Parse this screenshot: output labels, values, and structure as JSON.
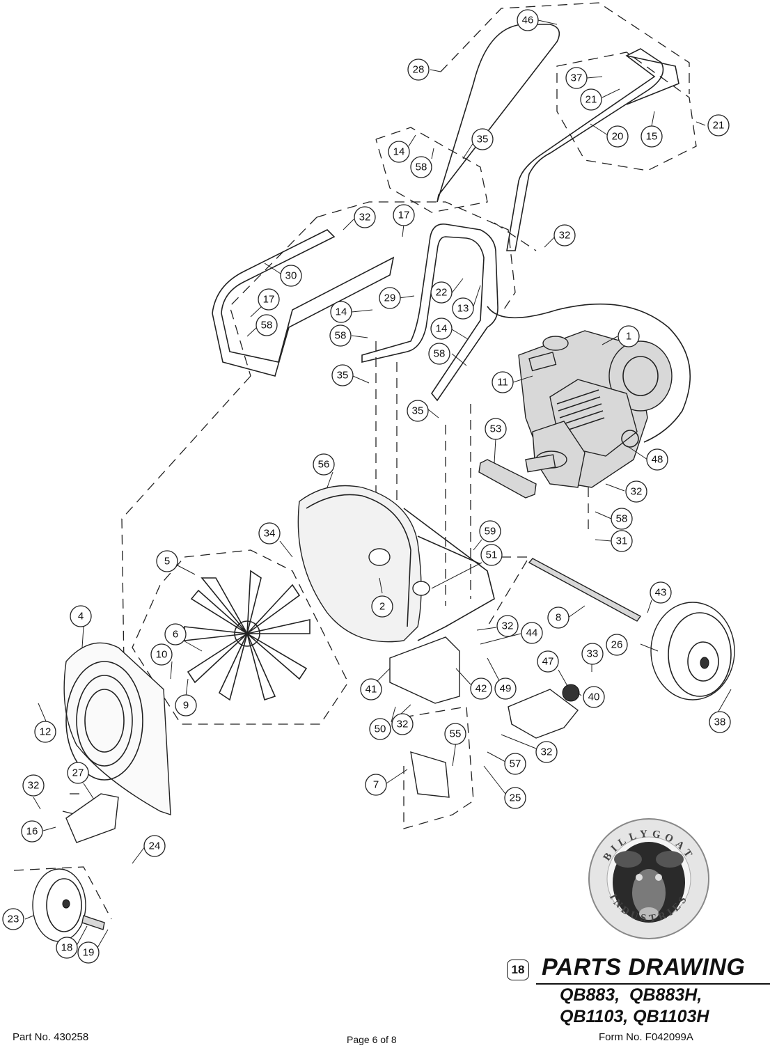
{
  "callouts": [
    {
      "id": "46",
      "label": "46"
    },
    {
      "id": "28",
      "label": "28"
    },
    {
      "id": "37",
      "label": "37"
    },
    {
      "id": "21a",
      "label": "21"
    },
    {
      "id": "21b",
      "label": "21"
    },
    {
      "id": "20",
      "label": "20"
    },
    {
      "id": "15",
      "label": "15"
    },
    {
      "id": "14a",
      "label": "14"
    },
    {
      "id": "58a",
      "label": "58"
    },
    {
      "id": "35a",
      "label": "35"
    },
    {
      "id": "32a",
      "label": "32"
    },
    {
      "id": "17a",
      "label": "17"
    },
    {
      "id": "32b",
      "label": "32"
    },
    {
      "id": "30",
      "label": "30"
    },
    {
      "id": "17b",
      "label": "17"
    },
    {
      "id": "58b",
      "label": "58"
    },
    {
      "id": "14b",
      "label": "14"
    },
    {
      "id": "29",
      "label": "29"
    },
    {
      "id": "22",
      "label": "22"
    },
    {
      "id": "13",
      "label": "13"
    },
    {
      "id": "1",
      "label": "1"
    },
    {
      "id": "58c",
      "label": "58"
    },
    {
      "id": "14c",
      "label": "14"
    },
    {
      "id": "58d",
      "label": "58"
    },
    {
      "id": "11",
      "label": "11"
    },
    {
      "id": "35b",
      "label": "35"
    },
    {
      "id": "35c",
      "label": "35"
    },
    {
      "id": "53",
      "label": "53"
    },
    {
      "id": "48",
      "label": "48"
    },
    {
      "id": "32c",
      "label": "32"
    },
    {
      "id": "56",
      "label": "56"
    },
    {
      "id": "58e",
      "label": "58"
    },
    {
      "id": "31",
      "label": "31"
    },
    {
      "id": "34",
      "label": "34"
    },
    {
      "id": "59",
      "label": "59"
    },
    {
      "id": "5",
      "label": "5"
    },
    {
      "id": "51",
      "label": "51"
    },
    {
      "id": "43",
      "label": "43"
    },
    {
      "id": "2",
      "label": "2"
    },
    {
      "id": "4",
      "label": "4"
    },
    {
      "id": "8",
      "label": "8"
    },
    {
      "id": "32d",
      "label": "32"
    },
    {
      "id": "44",
      "label": "44"
    },
    {
      "id": "6",
      "label": "6"
    },
    {
      "id": "26",
      "label": "26"
    },
    {
      "id": "33",
      "label": "33"
    },
    {
      "id": "10",
      "label": "10"
    },
    {
      "id": "47",
      "label": "47"
    },
    {
      "id": "41",
      "label": "41"
    },
    {
      "id": "42",
      "label": "42"
    },
    {
      "id": "49",
      "label": "49"
    },
    {
      "id": "40",
      "label": "40"
    },
    {
      "id": "9",
      "label": "9"
    },
    {
      "id": "12",
      "label": "12"
    },
    {
      "id": "50",
      "label": "50"
    },
    {
      "id": "32e",
      "label": "32"
    },
    {
      "id": "38",
      "label": "38"
    },
    {
      "id": "55",
      "label": "55"
    },
    {
      "id": "32f",
      "label": "32"
    },
    {
      "id": "32g",
      "label": "32"
    },
    {
      "id": "27",
      "label": "27"
    },
    {
      "id": "57",
      "label": "57"
    },
    {
      "id": "7",
      "label": "7"
    },
    {
      "id": "25",
      "label": "25"
    },
    {
      "id": "16",
      "label": "16"
    },
    {
      "id": "24",
      "label": "24"
    },
    {
      "id": "23",
      "label": "23"
    },
    {
      "id": "18",
      "label": "18"
    },
    {
      "id": "19",
      "label": "19"
    }
  ],
  "logo": {
    "text": "BILLYGOAT INDUSTRIES"
  },
  "title_block": {
    "section": "18",
    "title": "PARTS DRAWING",
    "models_line1": "QB883,  QB883H,",
    "models_line2": "QB1103, QB1103H"
  },
  "footer": {
    "part_no": "Part No. 430258",
    "page": "Page 6 of 8",
    "form_no": "Form No. F042099A"
  }
}
